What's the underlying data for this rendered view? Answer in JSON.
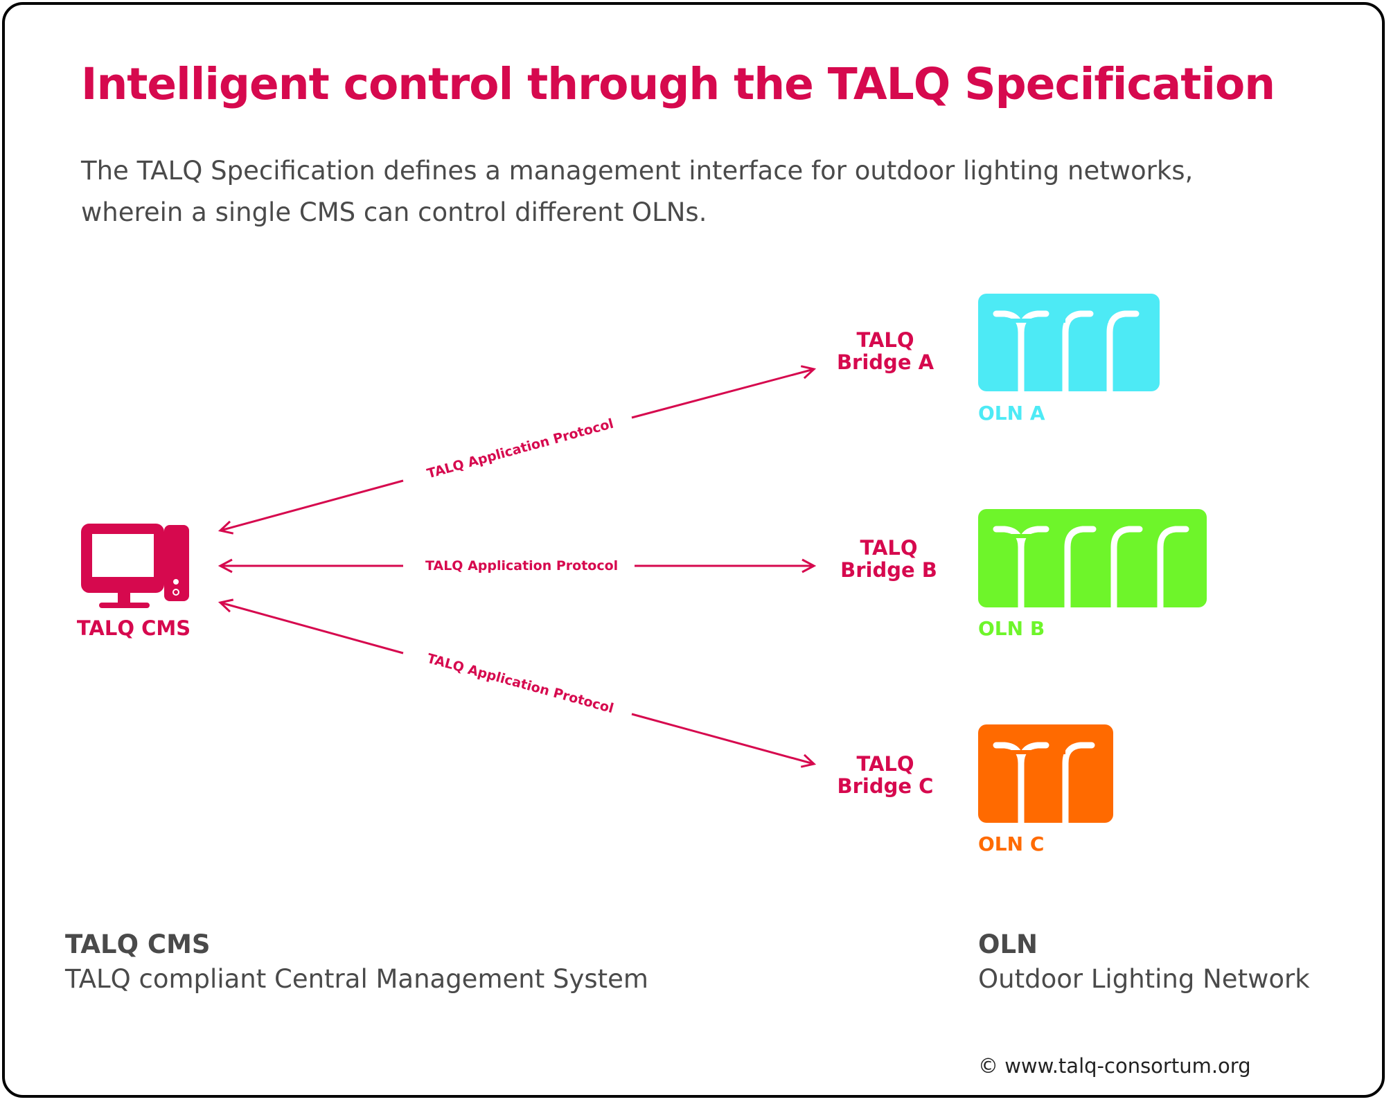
{
  "title": "Intelligent control through the TALQ Specification",
  "subtitle": {
    "line1": "The TALQ Specification defines a management interface for outdoor lighting networks,",
    "line2": "wherein a single CMS can control different OLNs."
  },
  "colors": {
    "accent": "#d6094e",
    "text": "#4a4a4a",
    "oln_a": "#4deaf5",
    "oln_b": "#6ef52a",
    "oln_c": "#ff6a00"
  },
  "cms": {
    "label": "TALQ CMS",
    "icon": "computer-icon"
  },
  "protocol_label": "TALQ Application Protocol",
  "bridges": [
    {
      "line1": "TALQ",
      "line2": "Bridge A"
    },
    {
      "line1": "TALQ",
      "line2": "Bridge B"
    },
    {
      "line1": "TALQ",
      "line2": "Bridge C"
    }
  ],
  "olns": [
    {
      "label": "OLN A",
      "lamps": 3,
      "icon": "street-lamp-icon"
    },
    {
      "label": "OLN B",
      "lamps": 4,
      "icon": "street-lamp-icon"
    },
    {
      "label": "OLN C",
      "lamps": 2,
      "icon": "street-lamp-icon"
    }
  ],
  "legend": {
    "cms_term": "TALQ CMS",
    "cms_def": "TALQ compliant Central Management System",
    "oln_term": "OLN",
    "oln_def": "Outdoor Lighting Network"
  },
  "copyright": "© www.talq-consortum.org"
}
